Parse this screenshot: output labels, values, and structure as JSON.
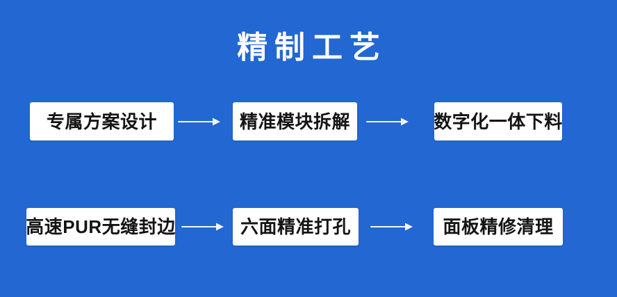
{
  "title": "精制工艺",
  "colors": {
    "background": "#2267d2",
    "box_background": "#ffffff",
    "box_text": "#141414",
    "title_text": "#ffffff",
    "arrow": "#f2f6fc"
  },
  "icons": {
    "arrow": "right-arrow"
  },
  "flow": {
    "rows": [
      {
        "steps": [
          "专属方案设计",
          "精准模块拆解",
          "数字化一体下料"
        ]
      },
      {
        "steps": [
          "高速PUR无缝封边",
          "六面精准打孔",
          "面板精修清理"
        ]
      }
    ]
  }
}
